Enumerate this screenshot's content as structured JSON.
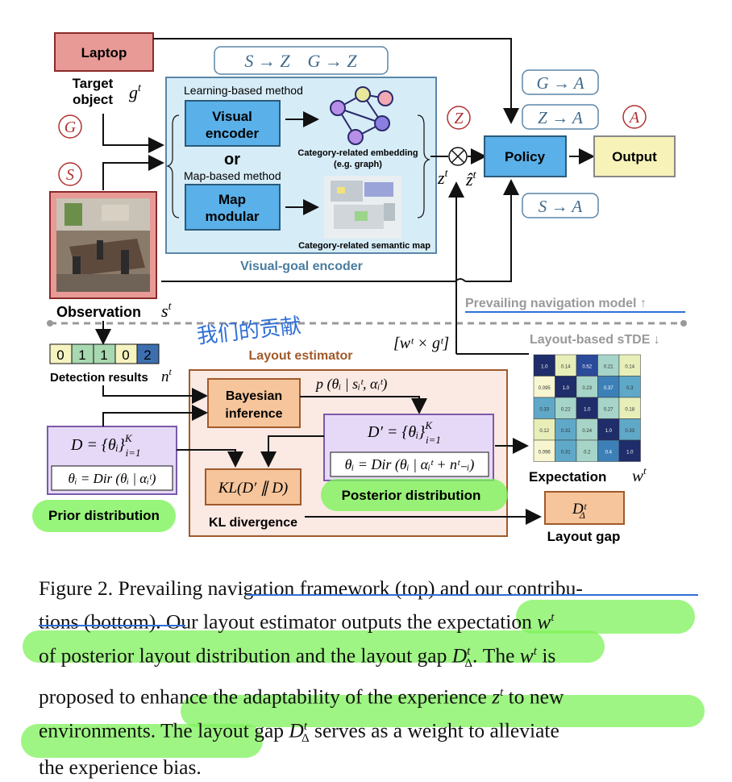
{
  "diagram": {
    "laptop_label": "Laptop",
    "target_object_label_1": "Target",
    "target_object_label_2": "object",
    "g_t": "g",
    "g_t_sup": "t",
    "circle_G": "G",
    "circle_S": "S",
    "circle_Z": "Z",
    "circle_A": "A",
    "transform_top": "S → Z    G → Z",
    "transform_ga": "G → A",
    "transform_za": "Z → A",
    "transform_sa": "S → A",
    "learning_method": "Learning-based method",
    "visual_encoder_1": "Visual",
    "visual_encoder_2": "encoder",
    "or_label": "or",
    "map_method": "Map-based method",
    "map_modular_1": "Map",
    "map_modular_2": "modular",
    "category_embedding_1": "Category-related embedding",
    "category_embedding_2": "(e.g. graph)",
    "category_map": "Category-related semantic map",
    "visual_goal_encoder": "Visual-goal encoder",
    "policy_label": "Policy",
    "output_label": "Output",
    "z_t": "z",
    "zhat_t": "ẑ",
    "observation_label": "Observation",
    "s_t": "s",
    "prevailing_model": "Prevailing navigation model ↑",
    "layout_stde": "Layout-based sTDE ↓",
    "handwriting": "我们的贡献",
    "w_times_g": "[wᵗ × gᵗ]",
    "layout_estimator": "Layout estimator",
    "detection_cells": [
      "0",
      "1",
      "1",
      "0",
      "2"
    ],
    "detection_label": "Detection results",
    "n_t": "n",
    "bayesian_1": "Bayesian",
    "bayesian_2": "inference",
    "p_formula": "p (θᵢ | sᵢᵗ, αᵢᵗ)",
    "d_prime_formula": "D′ = {θᵢ}",
    "d_prime_sup": "K",
    "d_prime_sub": "i=1",
    "posterior_formula": "θᵢ = Dir (θᵢ | αᵢᵗ + nᵗ₋ᵢ)",
    "posterior_label": "Posterior distribution",
    "d_formula": "D = {θᵢ}",
    "d_sup": "K",
    "d_sub": "i=1",
    "prior_formula": "θᵢ = Dir (θᵢ | αᵢᵗ)",
    "prior_label": "Prior distribution",
    "kl_formula": "KL(D′ ∥ D)",
    "kl_label": "KL divergence",
    "expectation_label": "Expectation",
    "w_t": "w",
    "layout_gap_formula": "Dᵗ",
    "layout_gap_sub": "Δ",
    "layout_gap_label": "Layout gap",
    "matrix": [
      [
        "1.0",
        "0.14",
        "0.52",
        "0.21",
        "0.14"
      ],
      [
        "0.095",
        "1.0",
        "0.23",
        "0.37",
        "0.3"
      ],
      [
        "0.33",
        "0.22",
        "1.0",
        "0.27",
        "0.18"
      ],
      [
        "0.12",
        "0.31",
        "0.24",
        "1.0",
        "0.33"
      ],
      [
        "0.096",
        "0.31",
        "0.2",
        "0.4",
        "1.0"
      ]
    ],
    "colors": {
      "laptop_fill": "#e89a96",
      "encoder_fill": "#5ab0e8",
      "encoder_panel": "#d6ecf7",
      "policy_fill": "#5ab0e8",
      "output_fill": "#f7f3b8",
      "layout_panel": "#fbe9e4",
      "bayes_fill": "#f6c59b",
      "purple_fill": "#e6d9f7",
      "highlight": "#7ef25a",
      "pen_blue": "#2f6fd6"
    }
  },
  "caption": {
    "line1": "Figure 2. Prevailing navigation framework (top) and our contribu-",
    "line2a": "tions (bottom). Our layout estimator outputs the expectation ",
    "line2b": "w",
    "line2c": "t",
    "line3a": "of posterior layout distribution and the layout gap ",
    "line3b": "D",
    "line3c": "t",
    "line3d": "Δ",
    "line3e": ". The ",
    "line3f": "w",
    "line3g": "t",
    "line3h": " is",
    "line4a": "proposed to enhance the adaptability of the experience ",
    "line4b": "z",
    "line4c": "t",
    "line4d": " to new",
    "line5a": "environments. The layout gap ",
    "line5b": "D",
    "line5c": "t",
    "line5d": "Δ",
    "line5e": " serves as a weight to alleviate",
    "line6": "the experience bias."
  }
}
